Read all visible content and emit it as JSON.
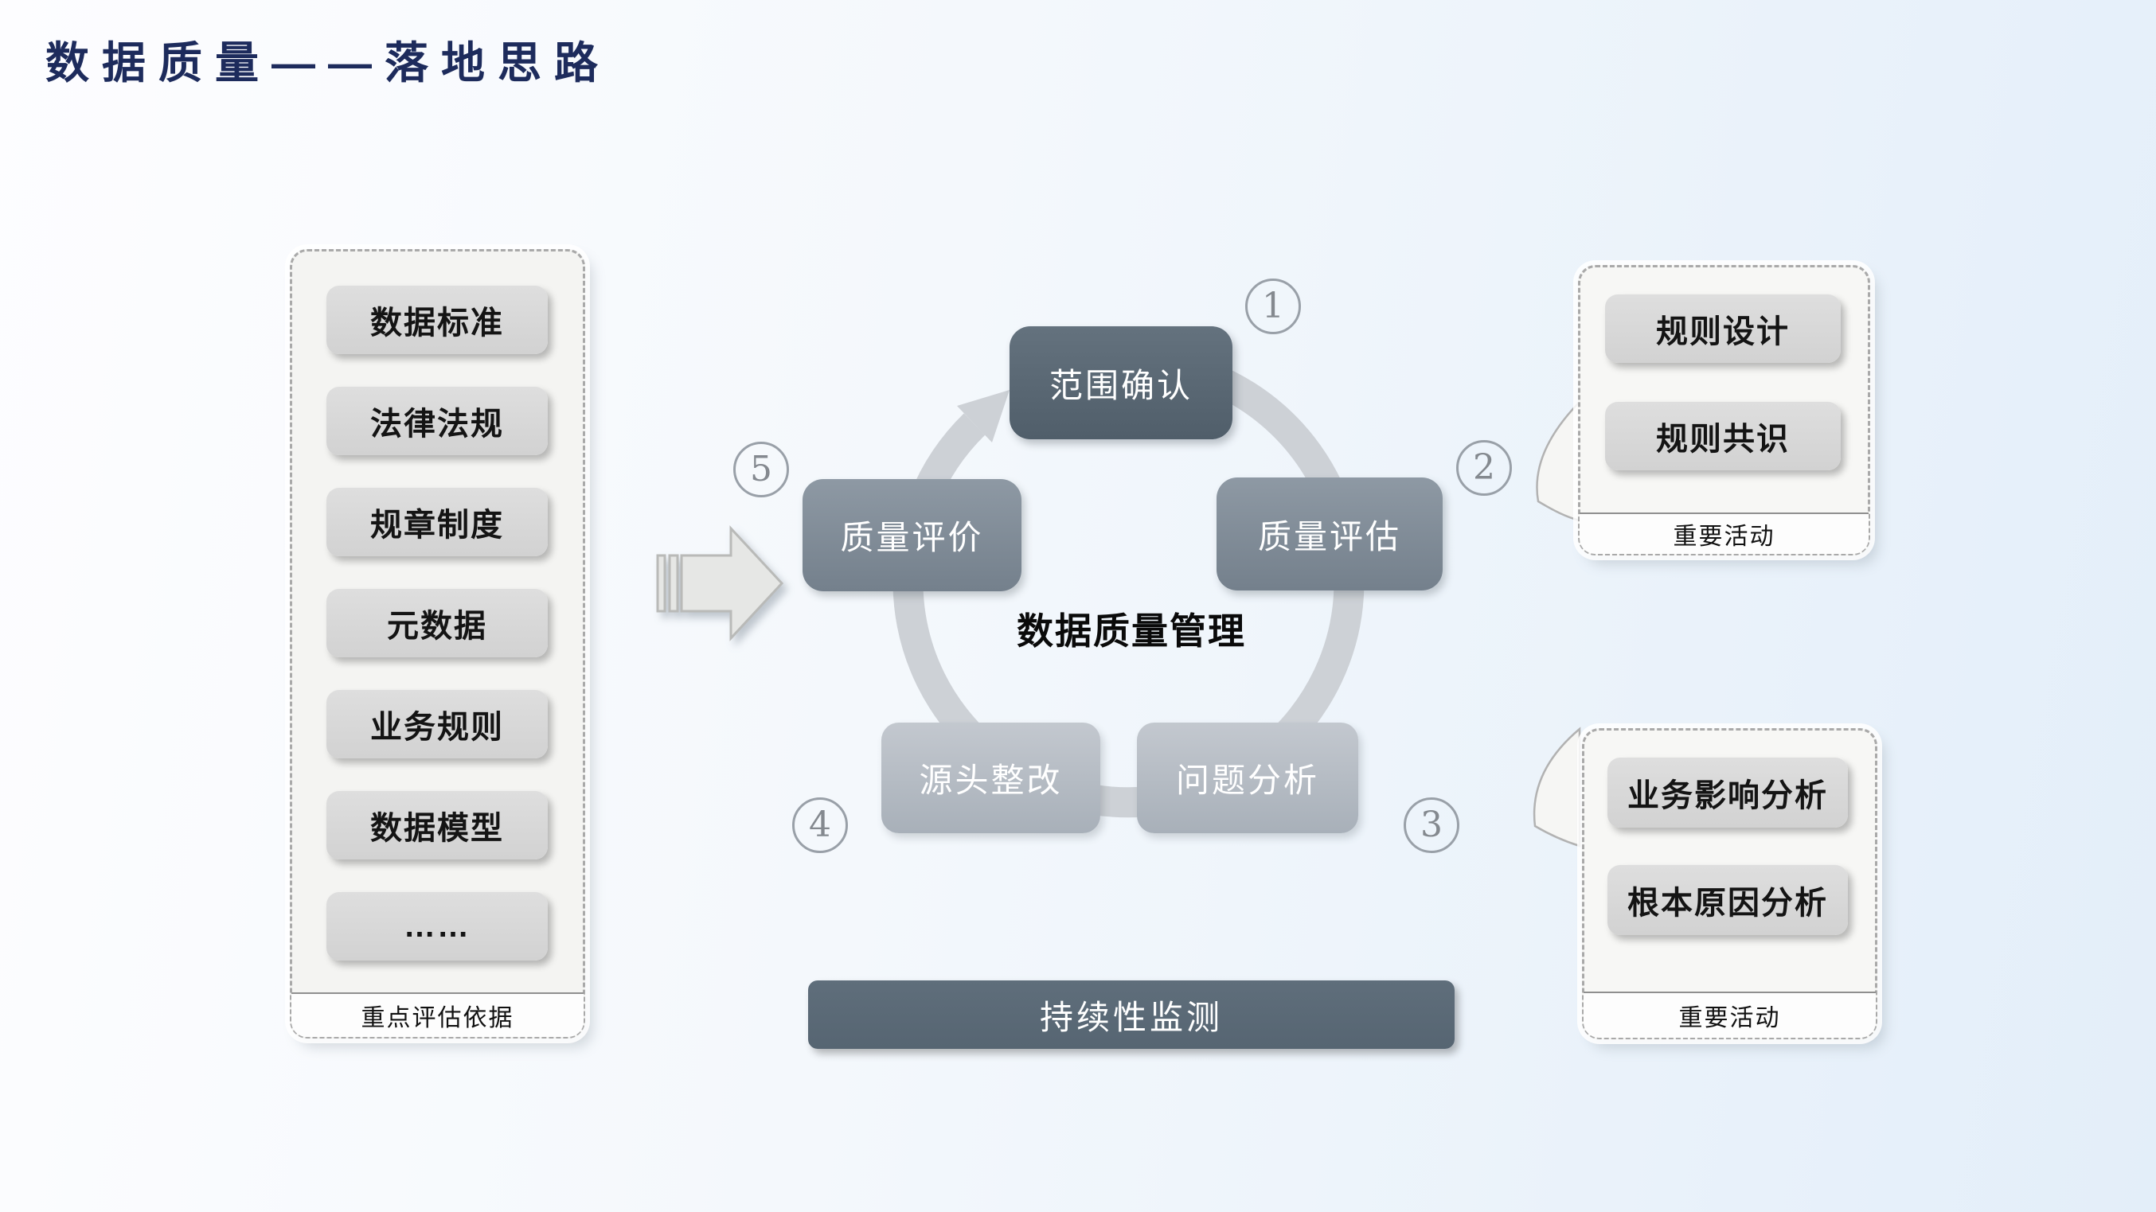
{
  "slide_title": "数据质量——落地思路",
  "left_panel": {
    "items": [
      "数据标准",
      "法律法规",
      "规章制度",
      "元数据",
      "业务规则",
      "数据模型",
      "……"
    ],
    "footer": "重点评估依据"
  },
  "cycle": {
    "center_label": "数据质量管理",
    "steps": [
      {
        "num": "1",
        "label": "范围确认"
      },
      {
        "num": "2",
        "label": "质量评估"
      },
      {
        "num": "3",
        "label": "问题分析"
      },
      {
        "num": "4",
        "label": "源头整改"
      },
      {
        "num": "5",
        "label": "质量评价"
      }
    ]
  },
  "right_top_panel": {
    "items": [
      "规则设计",
      "规则共识"
    ],
    "footer": "重要活动"
  },
  "right_bottom_panel": {
    "items": [
      "业务影响分析",
      "根本原因分析"
    ],
    "footer": "重要活动"
  },
  "bottom_bar": {
    "label": "持续性监测"
  },
  "colors": {
    "title_text": "#1d2b5c",
    "background_left": "#fdfdff",
    "background_right": "#e3eef9",
    "panel_fill": "#f5f5f3",
    "pill_fill": "#d8d8d8",
    "step_dark": "#5a6874",
    "step_medium": "#818d99",
    "step_light": "#b5bcc4",
    "ring": "#cdd1d6",
    "monitor_bar": "#5b6a77"
  }
}
